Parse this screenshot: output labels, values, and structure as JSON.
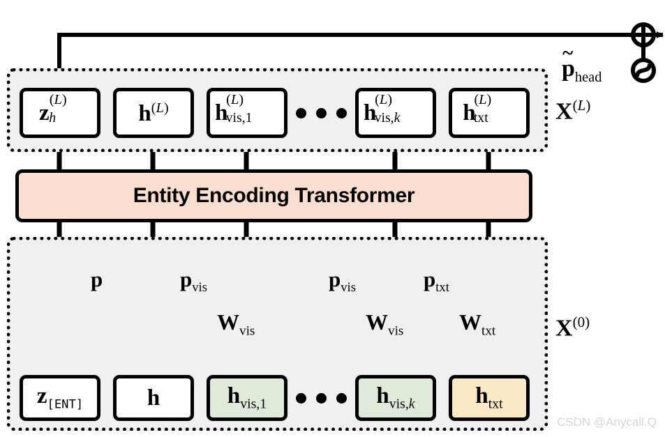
{
  "figure": {
    "title_block": "Entity Encoding Transformer",
    "watermark": "CSDN @Anycall.Q",
    "colors": {
      "panel_bg": "#f0f0f0",
      "transformer_fill": "#fadecf",
      "vision_token_fill": "#dfeada",
      "text_token_fill": "#fbe8c4",
      "stroke": "#000000"
    }
  },
  "output_layer": {
    "panel_label": "X",
    "panel_label_sup": "(L)",
    "tokens": [
      {
        "base": "z",
        "sub": "h",
        "sup": "(L)",
        "fill": "white",
        "name": "z-h-L"
      },
      {
        "base": "h",
        "sub": "",
        "sup": "(L)",
        "fill": "white",
        "name": "h-L"
      },
      {
        "base": "h",
        "sub": "vis,1",
        "sup": "(L)",
        "fill": "white",
        "name": "h-vis-1-L"
      },
      {
        "base": "h",
        "sub": "vis,k",
        "sup": "(L)",
        "fill": "white",
        "name": "h-vis-k-L"
      },
      {
        "base": "h",
        "sub": "txt",
        "sup": "(L)",
        "fill": "white",
        "name": "h-txt-L"
      }
    ],
    "ellipsis": "• • •"
  },
  "transformer": {
    "label": "Entity Encoding Transformer"
  },
  "input_layer": {
    "panel_label": "X",
    "panel_label_sup": "(0)",
    "tokens": [
      {
        "base": "z",
        "sub": "[ENT]",
        "sup": "",
        "fill": "white",
        "name": "z-ent"
      },
      {
        "base": "h",
        "sub": "",
        "sup": "",
        "fill": "white",
        "name": "h"
      },
      {
        "base": "h",
        "sub": "vis,1",
        "sup": "",
        "fill": "green",
        "name": "h-vis-1"
      },
      {
        "base": "h",
        "sub": "vis,k",
        "sup": "",
        "fill": "green",
        "name": "h-vis-k"
      },
      {
        "base": "h",
        "sub": "txt",
        "sup": "",
        "fill": "yellow",
        "name": "h-txt"
      }
    ],
    "ellipsis": "• • •",
    "projections": [
      {
        "base": "W",
        "sub": "vis",
        "name": "w-vis-1"
      },
      {
        "base": "W",
        "sub": "vis",
        "name": "w-vis-k"
      },
      {
        "base": "W",
        "sub": "txt",
        "name": "w-txt"
      }
    ],
    "position_embeddings": [
      {
        "base": "p",
        "sub": "",
        "name": "p"
      },
      {
        "base": "p",
        "sub": "vis",
        "name": "p-vis-1"
      },
      {
        "base": "p",
        "sub": "vis",
        "name": "p-vis-k"
      },
      {
        "base": "p",
        "sub": "txt",
        "name": "p-txt"
      }
    ]
  },
  "head_output": {
    "label_base": "p",
    "label_sub": "head",
    "label_tilde": true,
    "operator": "⊕",
    "rotary_symbol": "rope"
  }
}
